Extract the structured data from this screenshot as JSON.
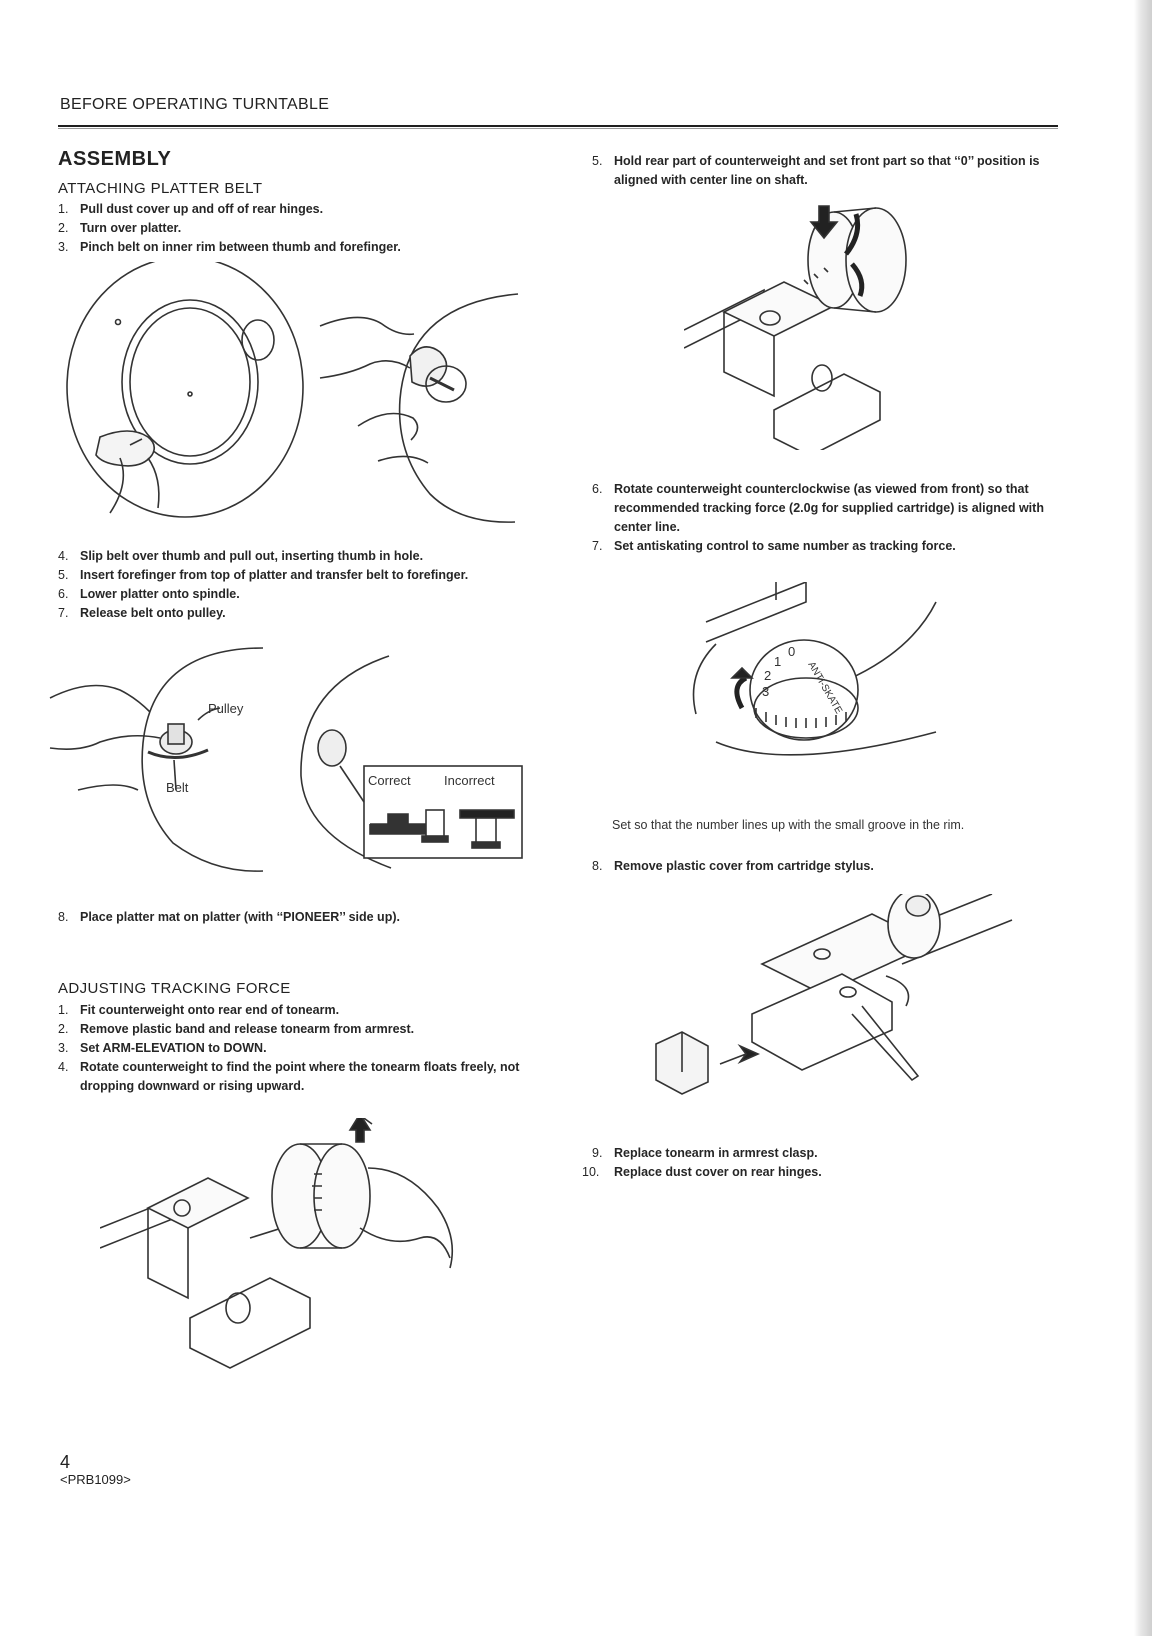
{
  "header": {
    "running_title": "BEFORE OPERATING TURNTABLE"
  },
  "left": {
    "section_title": "ASSEMBLY",
    "platter_belt": {
      "title": "ATTACHING PLATTER BELT",
      "steps_a": [
        {
          "num": "1.",
          "text": "Pull dust cover up and off of rear hinges."
        },
        {
          "num": "2.",
          "text": "Turn over platter."
        },
        {
          "num": "3.",
          "text": "Pinch belt on inner rim between thumb and forefinger."
        }
      ],
      "steps_b": [
        {
          "num": "4.",
          "text": "Slip belt over thumb and pull out, inserting thumb in hole."
        },
        {
          "num": "5.",
          "text": "Insert forefinger from top of platter and transfer belt to forefinger."
        },
        {
          "num": "6.",
          "text": "Lower platter onto spindle."
        },
        {
          "num": "7.",
          "text": "Release belt onto pulley."
        }
      ],
      "figure_labels": {
        "pulley": "Pulley",
        "belt": "Belt",
        "correct": "Correct",
        "incorrect": "Incorrect"
      },
      "step_8": {
        "num": "8.",
        "text": "Place platter mat on platter (with ‘‘PIONEER’’ side up)."
      }
    },
    "tracking_force": {
      "title": "ADJUSTING TRACKING FORCE",
      "steps": [
        {
          "num": "1.",
          "text": "Fit counterweight onto rear end of tonearm."
        },
        {
          "num": "2.",
          "text": "Remove plastic band and release tonearm from armrest."
        },
        {
          "num": "3.",
          "text": "Set ARM-ELEVATION to DOWN."
        },
        {
          "num": "4.",
          "text": "Rotate counterweight to find the point where the tonearm floats freely, not dropping downward or rising upward."
        }
      ]
    }
  },
  "right": {
    "step_5": {
      "num": "5.",
      "text": "Hold rear part of counterweight and set front part so that ‘‘0’’ position is aligned with center line on shaft."
    },
    "steps_6_7": [
      {
        "num": "6.",
        "text": "Rotate counterweight counterclockwise (as viewed from front) so that recommended tracking force (2.0g for supplied cartridge) is aligned with center line."
      },
      {
        "num": "7.",
        "text": "Set antiskating control to same number as tracking force."
      }
    ],
    "antiskate_labels": {
      "dial_text": "ANTI-SKATE",
      "n0": "0",
      "n1": "1",
      "n2": "2",
      "n3": "3"
    },
    "antiskate_caption": "Set so that the number lines up with the small groove in the rim.",
    "step_8": {
      "num": "8.",
      "text": "Remove plastic cover from cartridge stylus."
    },
    "steps_9_10": [
      {
        "num": "9.",
        "text": "Replace tonearm in armrest clasp."
      },
      {
        "num": "10.",
        "text": "Replace dust cover on rear hinges."
      }
    ]
  },
  "footer": {
    "page_number": "4",
    "doc_code": "<PRB1099>"
  }
}
